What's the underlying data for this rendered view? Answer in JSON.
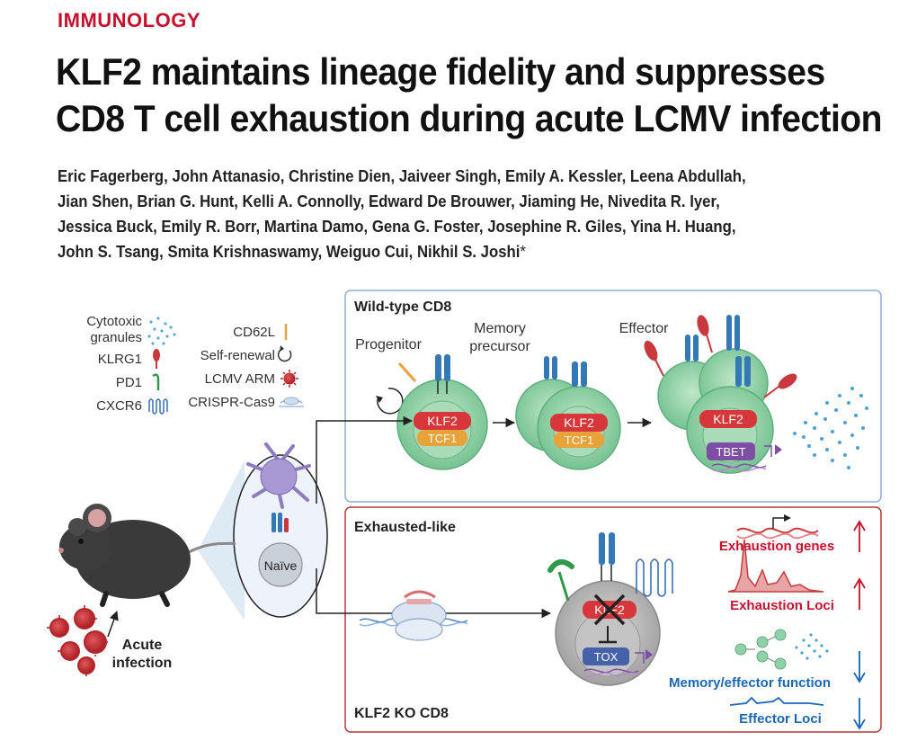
{
  "header": {
    "section": "IMMUNOLOGY",
    "title_lines": [
      "KLF2 maintains lineage fidelity and suppresses",
      "CD8 T cell exhaustion during acute LCMV infection"
    ],
    "author_lines": [
      "Eric Fagerberg, John Attanasio, Christine Dien, Jaiveer Singh, Emily A. Kessler, Leena Abdullah,",
      "Jian Shen, Brian G. Hunt, Kelli A. Connolly, Edward De Brouwer, Jiaming He, Nivedita R. Iyer,",
      "Jessica Buck, Emily R. Borr, Martina Damo, Gena G. Foster, Josephine R. Giles, Yina H. Huang,",
      "John S. Tsang, Smita Krishnaswamy, Weiguo Cui, Nikhil S. Joshi"
    ],
    "corresponding_mark": "*"
  },
  "legend": {
    "cytotoxic_line1": "Cytotoxic",
    "cytotoxic_line2": "granules",
    "klrg1": "KLRG1",
    "pd1": "PD1",
    "cxcr6": "CXCR6",
    "cd62l": "CD62L",
    "self_renewal": "Self-renewal",
    "lcmv": "LCMV ARM",
    "crispr": "CRISPR-Cas9"
  },
  "wild_type": {
    "title": "Wild-type CD8",
    "progenitor": "Progenitor",
    "memory_line1": "Memory",
    "memory_line2": "precursor",
    "effector": "Effector",
    "klf2": "KLF2",
    "tcf1": "TCF1",
    "tbet": "TBET"
  },
  "exhausted": {
    "title": "Exhausted-like",
    "ko_label": "KLF2 KO CD8",
    "klf2_crossed": "KLF2",
    "tox": "TOX",
    "exhaustion_genes": "Exhaustion genes",
    "exhaustion_loci": "Exhaustion Loci",
    "memory_effector": "Memory/effector function",
    "effector_loci": "Effector Loci"
  },
  "left": {
    "naive": "Naïve",
    "acute_line1": "Acute",
    "acute_line2": "infection"
  },
  "colors": {
    "accent_red": "#c8102e",
    "accent_blue": "#1a66b8",
    "cell_green": "#8fd2a8",
    "klf2_red": "#d7373a",
    "tcf1_orange": "#e8a23a",
    "tbet_purple": "#7d4ea3",
    "box_blue": "#8eaed6",
    "box_red": "#b33a3a"
  }
}
